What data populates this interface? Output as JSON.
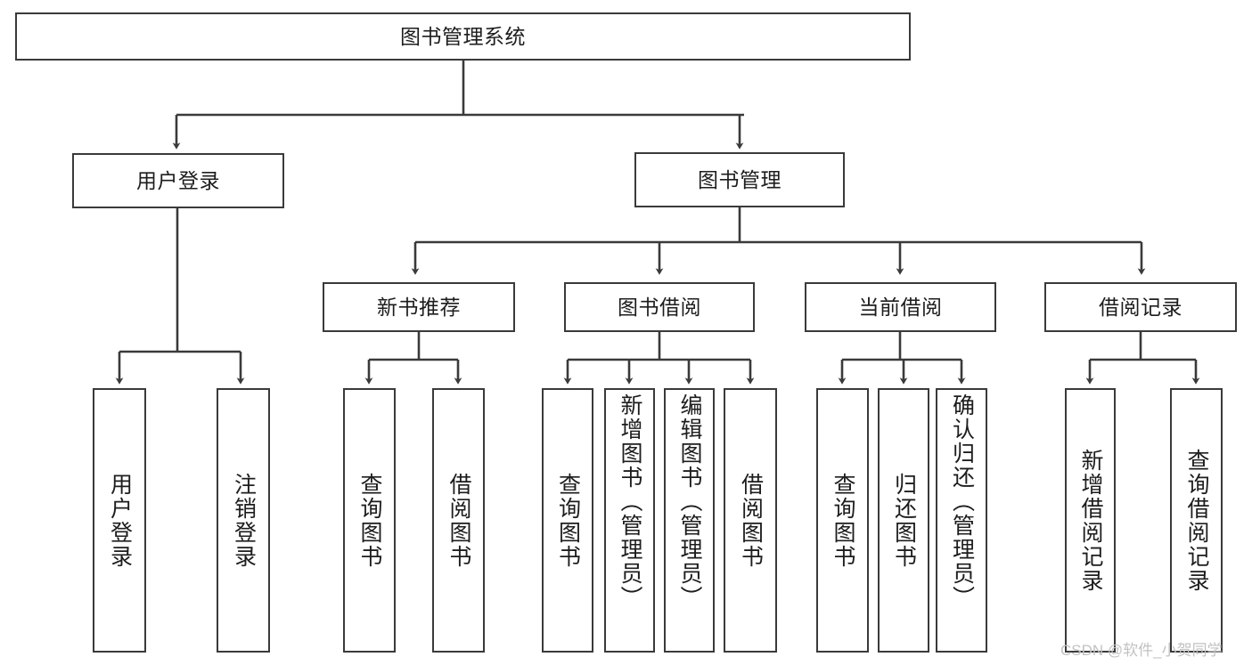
{
  "diagram": {
    "type": "tree",
    "title": "图书管理系统",
    "orientation": "top-down",
    "colors": {
      "box_border": "#3a3a3a",
      "box_fill": "#ffffff",
      "edge": "#3a3a3a",
      "text": "#1d1d1d",
      "watermark": "#c2c2c2",
      "background": "#ffffff"
    },
    "root": {
      "label": "图书管理系统"
    },
    "level1": [
      {
        "label": "用户登录"
      },
      {
        "label": "图书管理"
      }
    ],
    "level2": [
      {
        "label": "新书推荐"
      },
      {
        "label": "图书借阅"
      },
      {
        "label": "当前借阅"
      },
      {
        "label": "借阅记录"
      }
    ],
    "leaves": {
      "user_login": [
        {
          "label": "用户登录"
        },
        {
          "label": "注销登录"
        }
      ],
      "new_book_recommend": [
        {
          "label": "查询图书"
        },
        {
          "label": "借阅图书"
        }
      ],
      "book_borrow": [
        {
          "label": "查询图书"
        },
        {
          "label": "新增图书（管理员）"
        },
        {
          "label": "编辑图书（管理员）"
        },
        {
          "label": "借阅图书"
        }
      ],
      "current_borrow": [
        {
          "label": "查询图书"
        },
        {
          "label": "归还图书"
        },
        {
          "label": "确认归还（管理员）"
        }
      ],
      "borrow_record": [
        {
          "label": "新增借阅记录"
        },
        {
          "label": "查询借阅记录"
        }
      ]
    }
  },
  "watermark": {
    "text": "CSDN @软件_小贺同学"
  }
}
